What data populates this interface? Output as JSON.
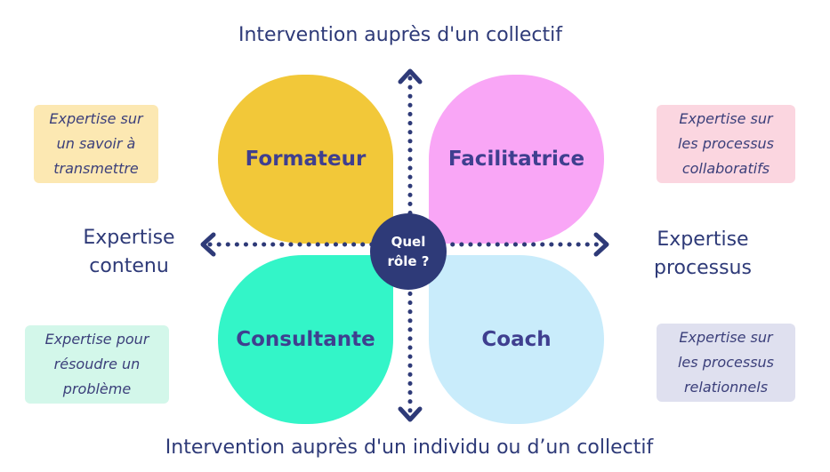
{
  "axes": {
    "top": "Intervention auprès d'un collectif",
    "bottom": "Intervention auprès d'un individu ou d’un collectif",
    "left": [
      "Expertise",
      "contenu"
    ],
    "right": [
      "Expertise",
      "processus"
    ]
  },
  "petals": {
    "top_left": "Formateur",
    "top_right": "Facilitatrice",
    "bottom_left": "Consultante",
    "bottom_right": "Coach"
  },
  "center": [
    "Quel",
    "rôle ?"
  ],
  "notes": {
    "top_left": [
      "Expertise sur",
      "un savoir à",
      "transmettre"
    ],
    "top_right": [
      "Expertise sur",
      "les processus",
      "collaboratifs"
    ],
    "bottom_left": [
      "Expertise pour",
      "résoudre un",
      "problème"
    ],
    "bottom_right": [
      "Expertise sur",
      "les processus",
      "relationnels"
    ]
  },
  "colors": {
    "formateur": "#f2c839",
    "facilitatrice": "#f9a6f6",
    "consultante": "#33f5c8",
    "coach": "#c9ecfb",
    "navy": "#2e3a78"
  }
}
